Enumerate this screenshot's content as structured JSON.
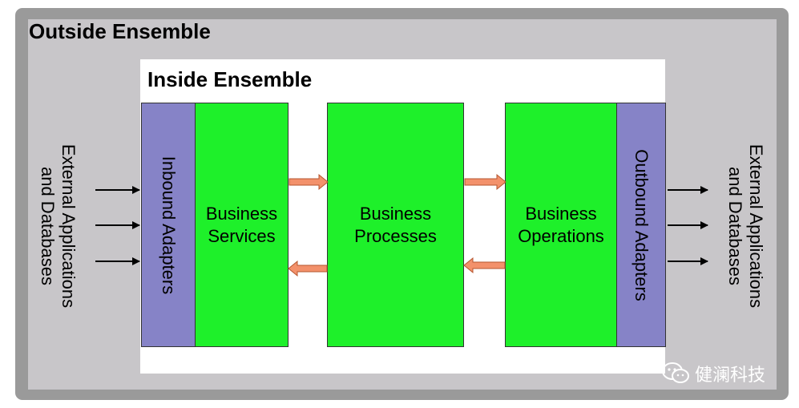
{
  "outside": {
    "title": "Outside Ensemble"
  },
  "inside": {
    "title": "Inside Ensemble"
  },
  "external_left": {
    "line1": "External Applications",
    "line2": "and Databases"
  },
  "external_right": {
    "line1": "External Applications",
    "line2": "and Databases"
  },
  "inbound_adapters": {
    "label": "Inbound Adapters"
  },
  "outbound_adapters": {
    "label": "Outbound Adapters"
  },
  "business_services": {
    "line1": "Business",
    "line2": "Services"
  },
  "business_processes": {
    "line1": "Business",
    "line2": "Processes"
  },
  "business_operations": {
    "line1": "Business",
    "line2": "Operations"
  },
  "watermark": {
    "text": "健澜科技",
    "icon": "wechat-icon"
  },
  "colors": {
    "green": "#1ef02a",
    "purple": "#8683c7",
    "orange_arrow": "#f3916b",
    "outer_bg": "#c8c6c9",
    "outer_border": "#9a9a9a"
  }
}
